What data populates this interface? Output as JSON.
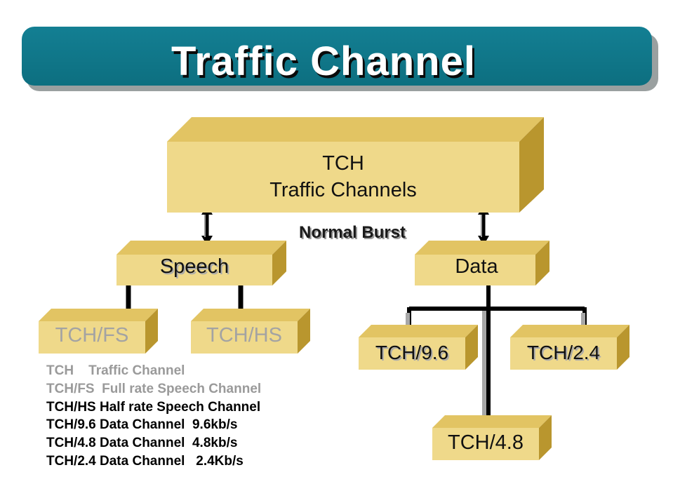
{
  "title": "Traffic Channel",
  "tch_box": {
    "line1": "TCH",
    "line2": "Traffic Channels"
  },
  "burst_label": "Normal Burst",
  "speech_box": "Speech",
  "data_box": "Data",
  "leaves": {
    "tch_fs": "TCH/FS",
    "tch_hs": "TCH/HS",
    "tch_96": "TCH/9.6",
    "tch_24": "TCH/2.4",
    "tch_48": "TCH/4.8"
  },
  "legend": [
    {
      "text": "TCH    Traffic Channel",
      "color": "#9a9a9a"
    },
    {
      "text": "TCH/FS  Full rate Speech Channel",
      "color": "#9a9a9a"
    },
    {
      "text": "TCH/HS Half rate Speech Channel",
      "color": "#000000"
    },
    {
      "text": "TCH/9.6 Data Channel  9.6kb/s",
      "color": "#000000"
    },
    {
      "text": "TCH/4.8 Data Channel  4.8kb/s",
      "color": "#000000"
    },
    {
      "text": "TCH/2.4 Data Channel   2.4Kb/s",
      "color": "#000000"
    }
  ],
  "colors": {
    "banner": "#137f93",
    "box_front": "#f0dc8c",
    "box_side": "#c8a53a",
    "box_top": "#e9cf72"
  }
}
